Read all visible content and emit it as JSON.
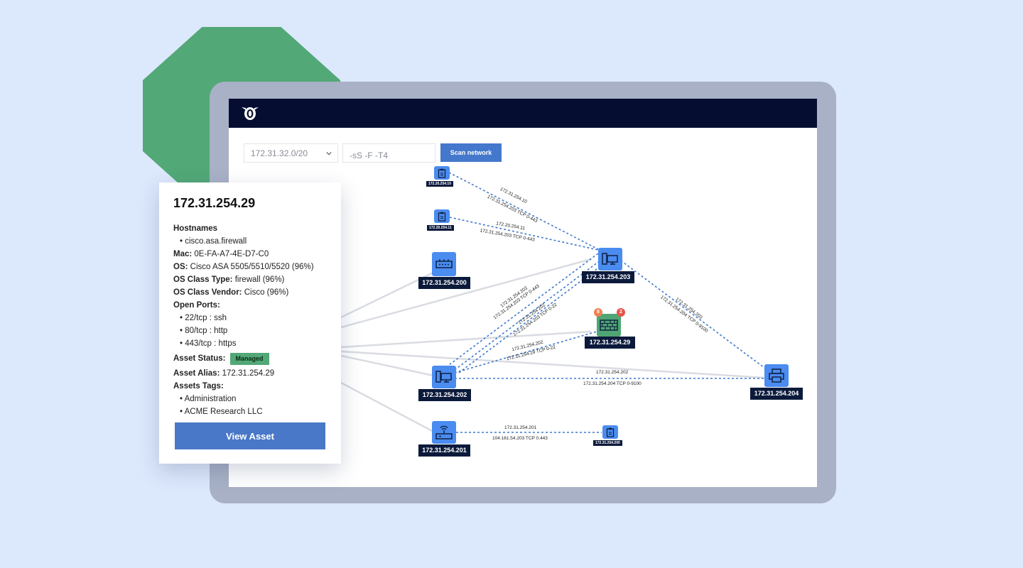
{
  "toolbar": {
    "subnet_value": "172.31.32.0/20",
    "scan_args_value": "-sS -F -T4",
    "scan_label": "Scan network"
  },
  "nodes": {
    "n10": "172.20.254.10",
    "n11": "172.20.254.11",
    "n200": "172.31.254.200",
    "n203": "172.31.254.203",
    "n29": "172.31.254.29",
    "n202": "172.31.254.202",
    "n204": "172.31.254.204",
    "n201": "172.31.254.201",
    "n200b": "172.31.254.200"
  },
  "badges": {
    "orange": "8",
    "red": "2"
  },
  "edges": {
    "e10_a": "172.31.254.10",
    "e10_b": "172.31.254.203 TCP 0-443",
    "e11_a": "172.20.254.11",
    "e11_b": "172.31.254.203 TCP 0-443",
    "e202_203_a": "172.31.254.202",
    "e202_203_b": "172.31.254.203 TCP 0-443",
    "e202_203_c": "172.31.254.202",
    "e202_203_d": "172.31.254.203 TCP 0-22",
    "e29_a": "172.31.254.202",
    "e29_b": "172.31.254.29 TCP 0-22",
    "e204_a": "172.31.254.202",
    "e204_b": "172.31.254.204 TCP 0-9100",
    "e203_204_a": "172.31.254.203",
    "e203_204_b": "172.31.254.204 TCP 0-9100",
    "e201_a": "172.31.254.201",
    "e201_b": "104.161.54.203 TCP 0.443"
  },
  "asset": {
    "title": "172.31.254.29",
    "hostnames_label": "Hostnames",
    "hostnames": [
      "cisco.asa.firewall"
    ],
    "mac_label": "Mac:",
    "mac": "0E-FA-A7-4E-D7-C0",
    "os_label": "OS:",
    "os": "Cisco ASA 5505/5510/5520 (96%)",
    "os_class_type_label": "OS Class Type:",
    "os_class_type": "firewall (96%)",
    "os_class_vendor_label": "OS Class Vendor:",
    "os_class_vendor": "Cisco (96%)",
    "open_ports_label": "Open Ports:",
    "open_ports": [
      "22/tcp : ssh",
      "80/tcp : http",
      "443/tcp : https"
    ],
    "status_label": "Asset Status:",
    "status": "Managed",
    "alias_label": "Asset Alias:",
    "alias": "172.31.254.29",
    "tags_label": "Assets Tags:",
    "tags": [
      "Administration",
      "ACME Research LLC"
    ],
    "view_label": "View Asset"
  },
  "colors": {
    "accent": "#4478cc",
    "node": "#4a8cf0",
    "firewall": "#52a877",
    "topbar": "#050e31"
  }
}
